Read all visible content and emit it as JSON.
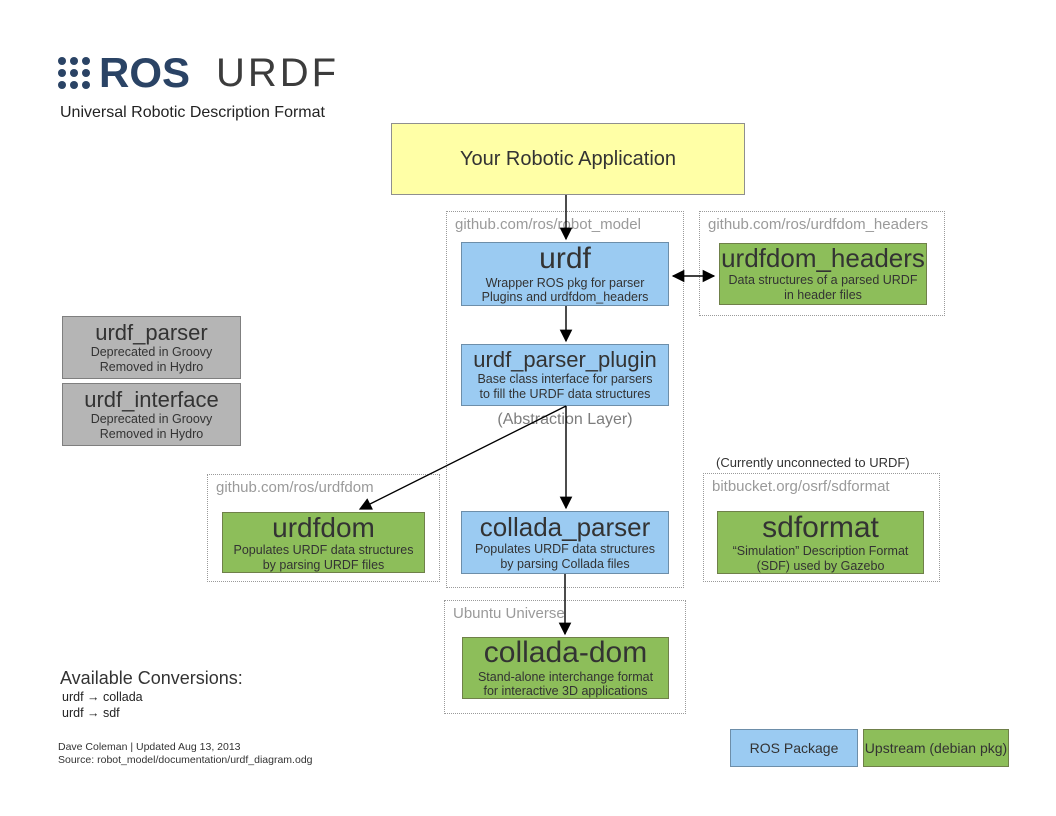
{
  "header": {
    "logo": "ROS",
    "title": "URDF",
    "subtitle": "Universal Robotic Description Format"
  },
  "app": {
    "label": "Your Robotic Application"
  },
  "groups": [
    {
      "label": "github.com/ros/robot_model"
    },
    {
      "label": "github.com/ros/urdfdom_headers"
    },
    {
      "label": "github.com/ros/urdfdom"
    },
    {
      "label": "bitbucket.org/osrf/sdformat"
    },
    {
      "label": "Ubuntu Universe"
    }
  ],
  "nodes": {
    "urdf": {
      "title": "urdf",
      "line1": "Wrapper ROS pkg for parser",
      "line2": "Plugins and urdfdom_headers"
    },
    "urdf_parser_plugin": {
      "title": "urdf_parser_plugin",
      "line1": "Base class interface for parsers",
      "line2": "to fill the URDF data structures"
    },
    "collada_parser": {
      "title": "collada_parser",
      "line1": "Populates URDF data structures",
      "line2": "by parsing Collada files"
    },
    "urdfdom_headers": {
      "title": "urdfdom_headers",
      "line1": "Data structures of a parsed URDF",
      "line2": "in header files"
    },
    "urdfdom": {
      "title": "urdfdom",
      "line1": "Populates URDF data structures",
      "line2": "by parsing URDF files"
    },
    "sdformat": {
      "title": "sdformat",
      "line1": "“Simulation” Description Format",
      "line2": "(SDF) used by Gazebo"
    },
    "collada_dom": {
      "title": "collada-dom",
      "line1": "Stand-alone interchange format",
      "line2": "for interactive 3D applications"
    },
    "urdf_parser": {
      "title": "urdf_parser",
      "line1": "Deprecated in Groovy",
      "line2": "Removed in Hydro"
    },
    "urdf_interface": {
      "title": "urdf_interface",
      "line1": "Deprecated in Groovy",
      "line2": "Removed in Hydro"
    }
  },
  "annotations": {
    "abstraction_layer": "(Abstraction Layer)",
    "sdformat_note": "(Currently unconnected to URDF)"
  },
  "conversions": {
    "heading": "Available Conversions:",
    "items": [
      "urdf  →  collada",
      "urdf  →  sdf"
    ]
  },
  "credits": {
    "line1": "Dave Coleman | Updated Aug 13, 2013",
    "line2": "Source: robot_model/documentation/urdf_diagram.odg"
  },
  "legend": {
    "ros_package": "ROS Package",
    "upstream": "Upstream (debian pkg)"
  },
  "colors": {
    "ros_package_blue": "#9BCBF2",
    "upstream_green": "#8DBE5A",
    "deprecated_gray": "#B5B5B5",
    "application_yellow": "#FFFFA6",
    "ros_logo_navy": "#2A4365"
  }
}
